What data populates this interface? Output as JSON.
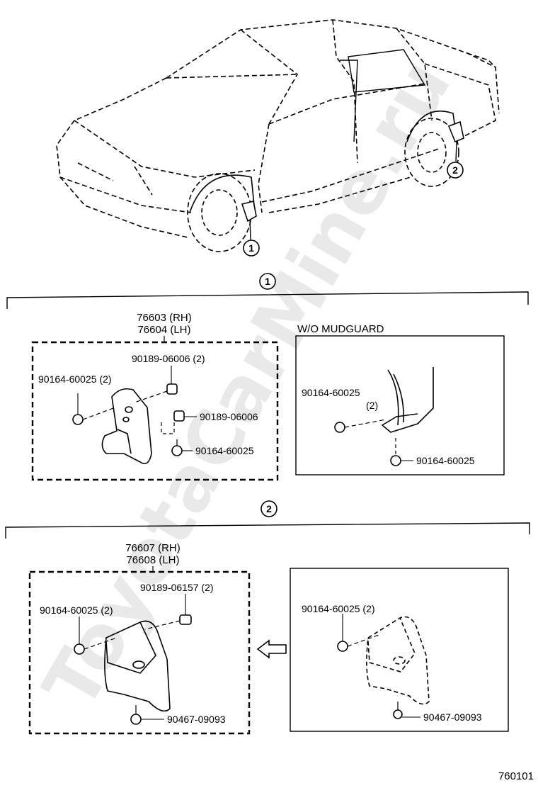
{
  "watermark": "ToyotaCarMine.ru",
  "callouts": {
    "one": "1",
    "two": "2"
  },
  "section1": {
    "marker": "1",
    "kit_part_rh": "76603 (RH)",
    "kit_part_lh": "76604 (LH)",
    "parts": {
      "clip_top": "90189-06006 (2)",
      "screw_left": "90164-60025 (2)",
      "clip_right": "90189-06006",
      "screw_bottom": "90164-60025"
    },
    "wo_title": "W/O MUDGUARD",
    "wo_parts": {
      "screw_left": "90164-60025",
      "screw_left_qty": "(2)",
      "screw_bottom": "90164-60025"
    }
  },
  "section2": {
    "marker": "2",
    "kit_part_rh": "76607 (RH)",
    "kit_part_lh": "76608 (LH)",
    "parts": {
      "clip_top": "90189-06157 (2)",
      "screw_left": "90164-60025 (2)",
      "bolt_bottom": "90467-09093"
    },
    "alt_parts": {
      "screw_left": "90164-60025 (2)",
      "bolt_bottom": "90467-09093"
    }
  },
  "figure_id": "760101"
}
